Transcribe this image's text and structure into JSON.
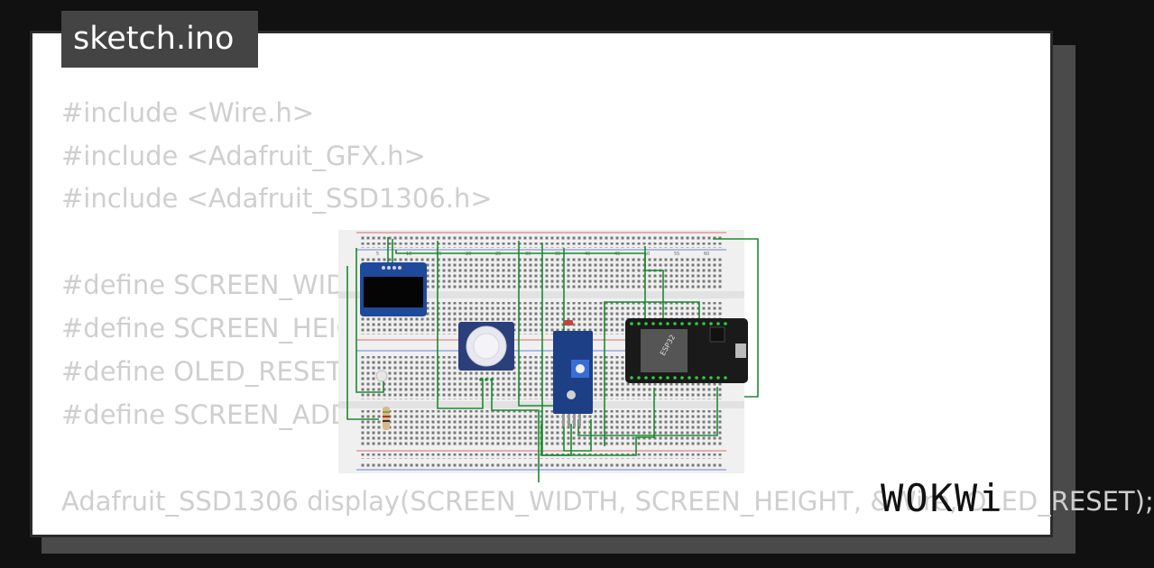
{
  "file_tab": {
    "name": "sketch.ino"
  },
  "code_lines": [
    "#include <Wire.h>",
    "#include <Adafruit_GFX.h>",
    "#include <Adafruit_SSD1306.h>",
    "",
    "#define SCREEN_WIDTH 128",
    "#define SCREEN_HEIGHT 64",
    "#define OLED_RESET -1",
    "#define SCREEN_ADDRESS 0x3C",
    "",
    "Adafruit_SSD1306 display(SCREEN_WIDTH, SCREEN_HEIGHT, &Wire, OLED_RESET);"
  ],
  "diagram": {
    "mcu_label": "ESP32",
    "breadboard_numbers": [
      "5",
      "10",
      "15",
      "20",
      "25",
      "30",
      "35",
      "40",
      "45",
      "50",
      "55",
      "60"
    ]
  },
  "brand": {
    "logo_text": "WOKWi"
  },
  "colors": {
    "background": "#111111",
    "card": "#ffffff",
    "tab": "#444444",
    "code_text": "#cfcfcf",
    "wire": "#1b8a2e"
  }
}
